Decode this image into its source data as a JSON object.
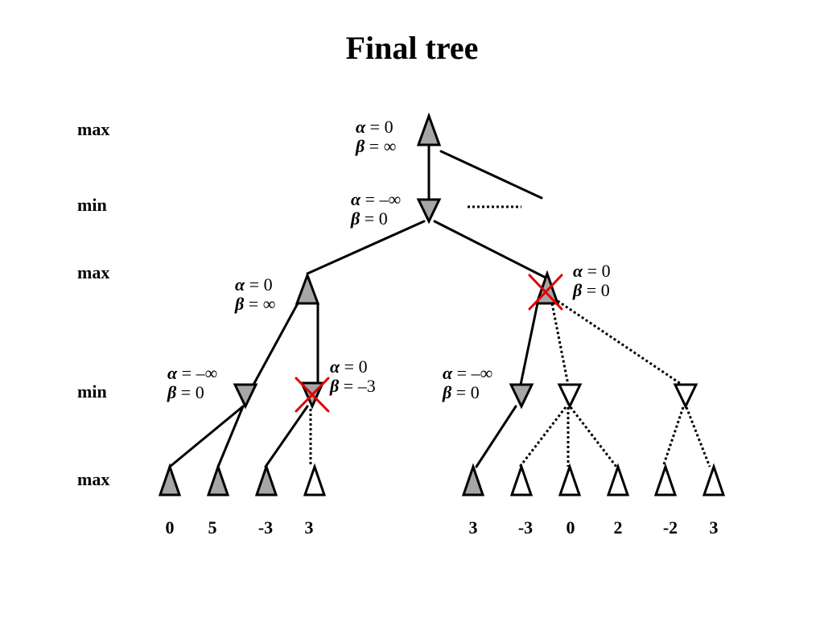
{
  "title": "Final tree",
  "levels": [
    "max",
    "min",
    "max",
    "min",
    "max"
  ],
  "leaf_values": [
    "0",
    "5",
    "-3",
    "3",
    "3",
    "-3",
    "0",
    "2",
    "-2",
    "3"
  ],
  "bounds": {
    "root": {
      "alpha": "= 0",
      "beta": "= ∞"
    },
    "min_top": {
      "alpha": "= –∞",
      "beta": "= 0"
    },
    "max_left": {
      "alpha": "= 0",
      "beta": "= ∞"
    },
    "max_right": {
      "alpha": "= 0",
      "beta": "= 0"
    },
    "min_ll": {
      "alpha": "= –∞",
      "beta": "= 0"
    },
    "min_lr": {
      "alpha": "= 0",
      "beta": "= –3"
    },
    "min_rl": {
      "alpha": "= –∞",
      "beta": "= 0"
    }
  },
  "dots_label": "..........",
  "colors": {
    "evaluated": "#a6a6a6",
    "pruned": "#ffffff",
    "cut_mark": "#e00000"
  }
}
